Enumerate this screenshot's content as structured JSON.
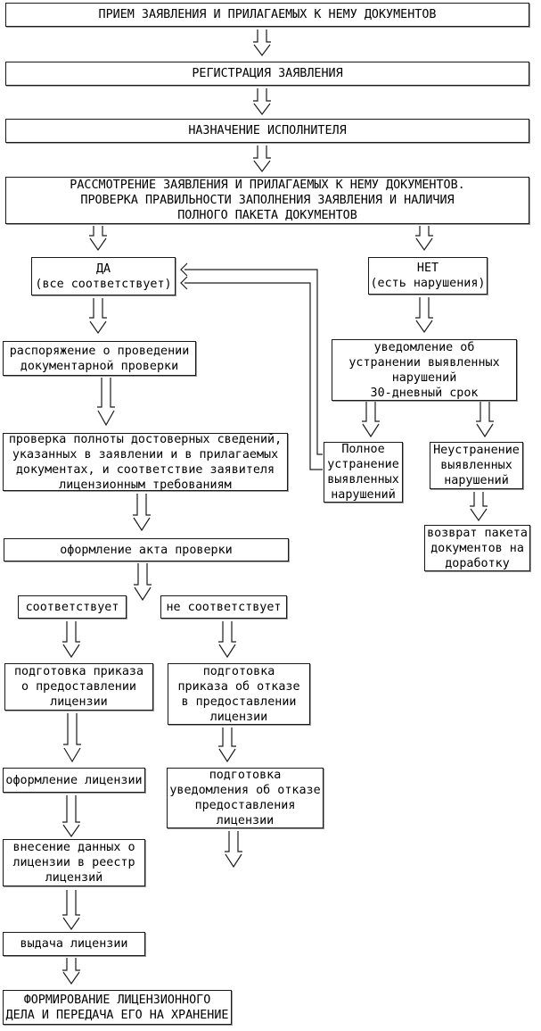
{
  "diagram": {
    "type": "flowchart",
    "colors": {
      "background": "#ffffff",
      "box_border": "#1a1a1a",
      "text": "#000000"
    },
    "nodes": {
      "reception": {
        "text": "ПРИЕМ ЗАЯВЛЕНИЯ И ПРИЛАГАЕМЫХ К НЕМУ ДОКУМЕНТОВ"
      },
      "registration": {
        "text": "РЕГИСТРАЦИЯ ЗАЯВЛЕНИЯ"
      },
      "assignment": {
        "text": "НАЗНАЧЕНИЕ ИСПОЛНИТЕЛЯ"
      },
      "review": {
        "text": "РАССМОТРЕНИЕ ЗАЯВЛЕНИЯ И ПРИЛАГАЕМЫХ К НЕМУ ДОКУМЕНТОВ.\nПРОВЕРКА ПРАВИЛЬНОСТИ ЗАПОЛНЕНИЯ ЗАЯВЛЕНИЯ И НАЛИЧИЯ\nПОЛНОГО ПАКЕТА ДОКУМЕНТОВ"
      },
      "yes": {
        "text": "ДА\n(все соответствует)"
      },
      "no": {
        "text": "НЕТ\n(есть нарушения)"
      },
      "order_check": {
        "text": "распоряжение о проведении\nдокументарной проверки"
      },
      "notice_violations": {
        "text": "уведомление об\nустранении выявленных\nнарушений\n30-дневный срок"
      },
      "verification": {
        "text": "проверка полноты достоверных сведений,\nуказанных в заявлении и в прилагаемых\nдокументах, и соответствие заявителя\nлицензионным требованиям"
      },
      "full_elimination": {
        "text": "Полное\nустранение\nвыявленных\nнарушений"
      },
      "non_elimination": {
        "text": "Неустранение\nвыявленных\nнарушений"
      },
      "return_package": {
        "text": "возврат пакета\nдокументов на\nдоработку"
      },
      "act": {
        "text": "оформление акта проверки"
      },
      "conforms": {
        "text": "соответствует"
      },
      "not_conforms": {
        "text": "не соответствует"
      },
      "order_grant": {
        "text": "подготовка приказа\nо предоставлении\nлицензии"
      },
      "order_refuse": {
        "text": "подготовка\nприказа об отказе\nв предоставлении\nлицензии"
      },
      "license_paperwork": {
        "text": "оформление лицензии"
      },
      "notice_refuse": {
        "text": "подготовка\nуведомления об отказе\nпредоставления\nлицензии"
      },
      "register_entry": {
        "text": "внесение данных о\nлицензии в реестр\nлицензий"
      },
      "license_handout": {
        "text": "выдача лицензии"
      },
      "file_formation": {
        "text": "ФОРМИРОВАНИЕ ЛИЦЕНЗИОННОГО\nДЕЛА И ПЕРЕДАЧА ЕГО НА ХРАНЕНИЕ"
      }
    },
    "edges": [
      {
        "from": "reception",
        "to": "registration"
      },
      {
        "from": "registration",
        "to": "assignment"
      },
      {
        "from": "assignment",
        "to": "review"
      },
      {
        "from": "review",
        "to": "yes"
      },
      {
        "from": "review",
        "to": "no"
      },
      {
        "from": "yes",
        "to": "order_check"
      },
      {
        "from": "order_check",
        "to": "verification"
      },
      {
        "from": "verification",
        "to": "act"
      },
      {
        "from": "act",
        "to": "conforms"
      },
      {
        "from": "act",
        "to": "not_conforms"
      },
      {
        "from": "conforms",
        "to": "order_grant"
      },
      {
        "from": "not_conforms",
        "to": "order_refuse"
      },
      {
        "from": "order_grant",
        "to": "license_paperwork"
      },
      {
        "from": "order_refuse",
        "to": "notice_refuse"
      },
      {
        "from": "license_paperwork",
        "to": "register_entry"
      },
      {
        "from": "register_entry",
        "to": "license_handout"
      },
      {
        "from": "license_handout",
        "to": "file_formation"
      },
      {
        "from": "no",
        "to": "notice_violations"
      },
      {
        "from": "notice_violations",
        "to": "full_elimination"
      },
      {
        "from": "notice_violations",
        "to": "non_elimination"
      },
      {
        "from": "non_elimination",
        "to": "return_package"
      },
      {
        "from": "full_elimination",
        "to": "yes"
      },
      {
        "from": "full_elimination",
        "to": "yes"
      },
      {
        "from": "notice_refuse",
        "to": "end"
      }
    ]
  }
}
